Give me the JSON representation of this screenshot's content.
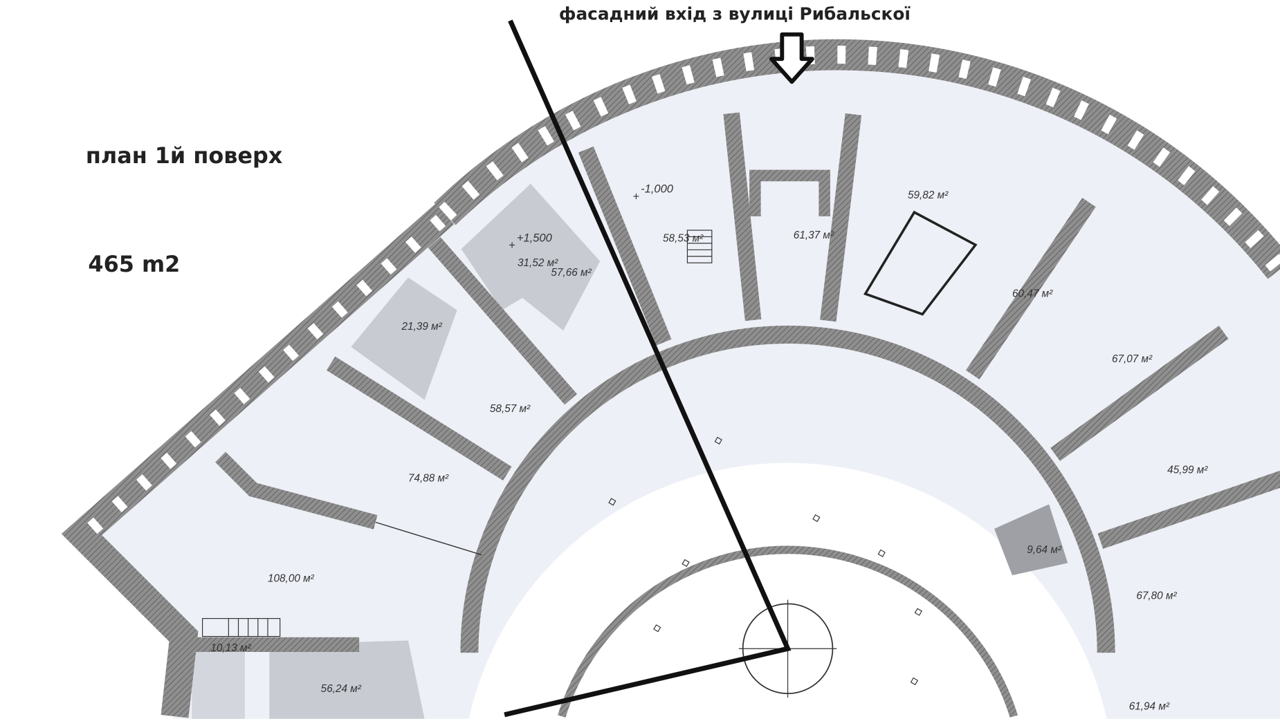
{
  "plan": {
    "entrance_caption": "фасадний вхід з вулиці Рибальскої",
    "title": "план 1й поверх",
    "total_area": "465 m2",
    "levels": [
      "-1,000",
      "+1,500"
    ],
    "rooms": [
      "31,52 м²",
      "57,66 м²",
      "58,53 м²",
      "61,37 м²",
      "59,82 м²",
      "60,47 м²",
      "67,07 м²",
      "45,99 м²",
      "9,64 м²",
      "67,80 м²",
      "61,94 м²",
      "21,39 м²",
      "58,57 м²",
      "74,88 м²",
      "108,00 м²",
      "10,13 м²",
      "56,24 м²"
    ],
    "colors": {
      "wall": "#8f8f8f",
      "room_fill": "#eef0f7",
      "highlight_room": "#c9cbd3",
      "dark_room": "#9ea0a6",
      "marker_line": "#111111"
    }
  }
}
